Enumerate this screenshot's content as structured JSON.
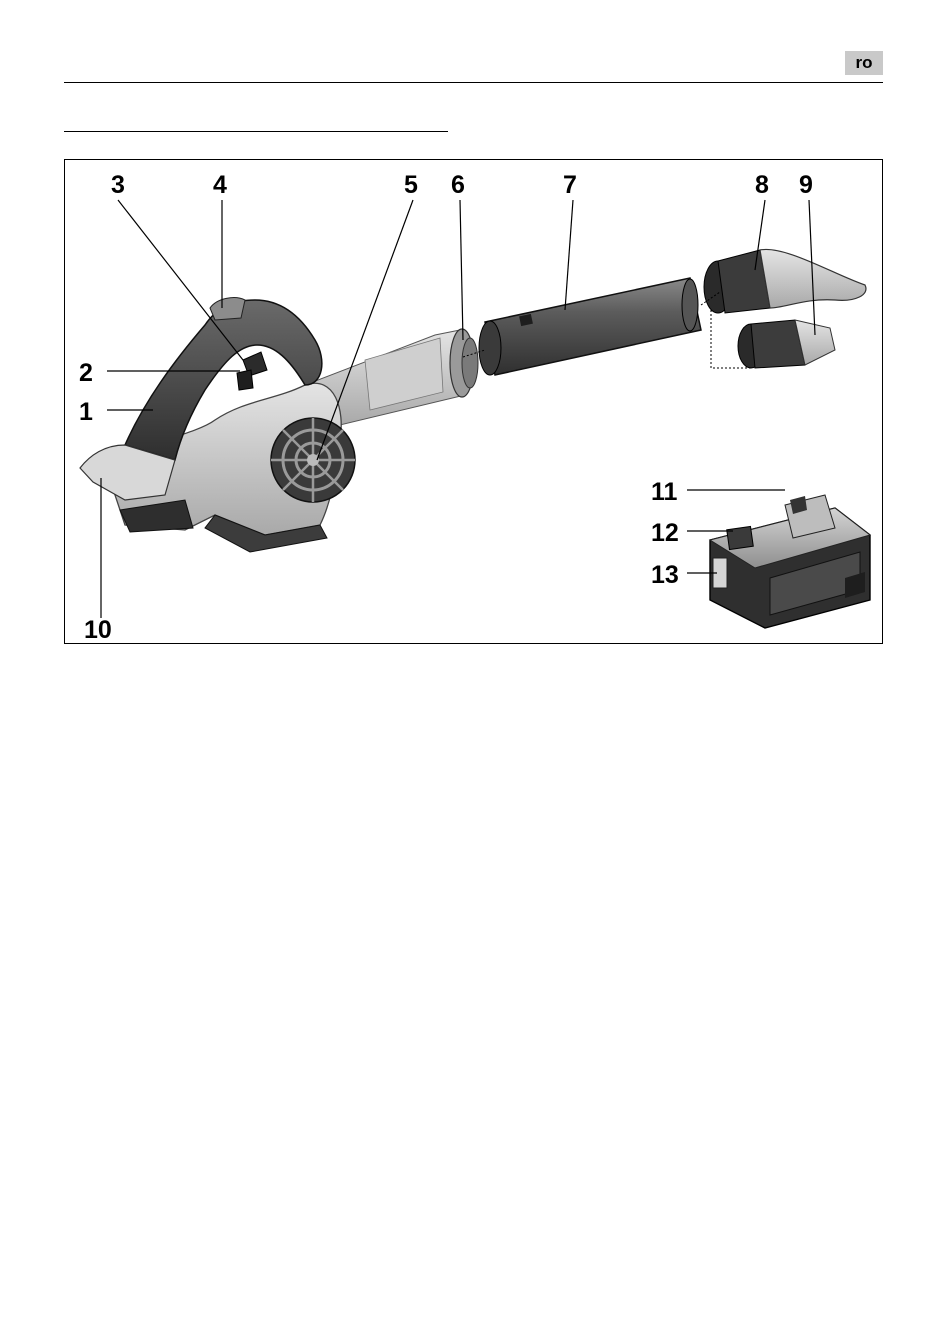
{
  "header": {
    "language_badge": "ro"
  },
  "figure": {
    "callouts": [
      "1",
      "2",
      "3",
      "4",
      "5",
      "6",
      "7",
      "8",
      "9",
      "10",
      "11",
      "12",
      "13"
    ]
  }
}
